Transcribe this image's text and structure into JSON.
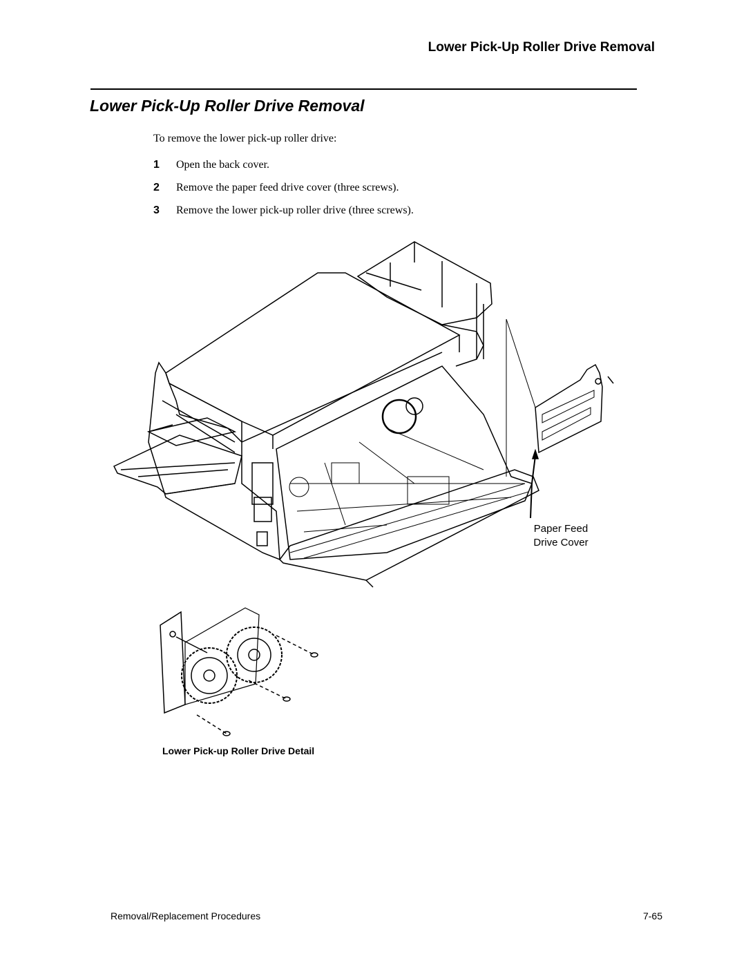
{
  "header": {
    "running_title": "Lower Pick-Up Roller Drive Removal"
  },
  "section": {
    "title": "Lower Pick-Up Roller Drive Removal"
  },
  "intro": "To remove the lower pick-up roller drive:",
  "steps": [
    {
      "num": "1",
      "text": "Open the back cover."
    },
    {
      "num": "2",
      "text": "Remove the paper feed drive cover (three screws)."
    },
    {
      "num": "3",
      "text": "Remove the lower pick-up roller drive (three screws)."
    }
  ],
  "figure": {
    "callout_line1": "Paper Feed",
    "callout_line2": "Drive Cover",
    "detail_caption": "Lower Pick-up Roller Drive Detail"
  },
  "footer": {
    "left": "Removal/Replacement Procedures",
    "right": "7-65"
  }
}
